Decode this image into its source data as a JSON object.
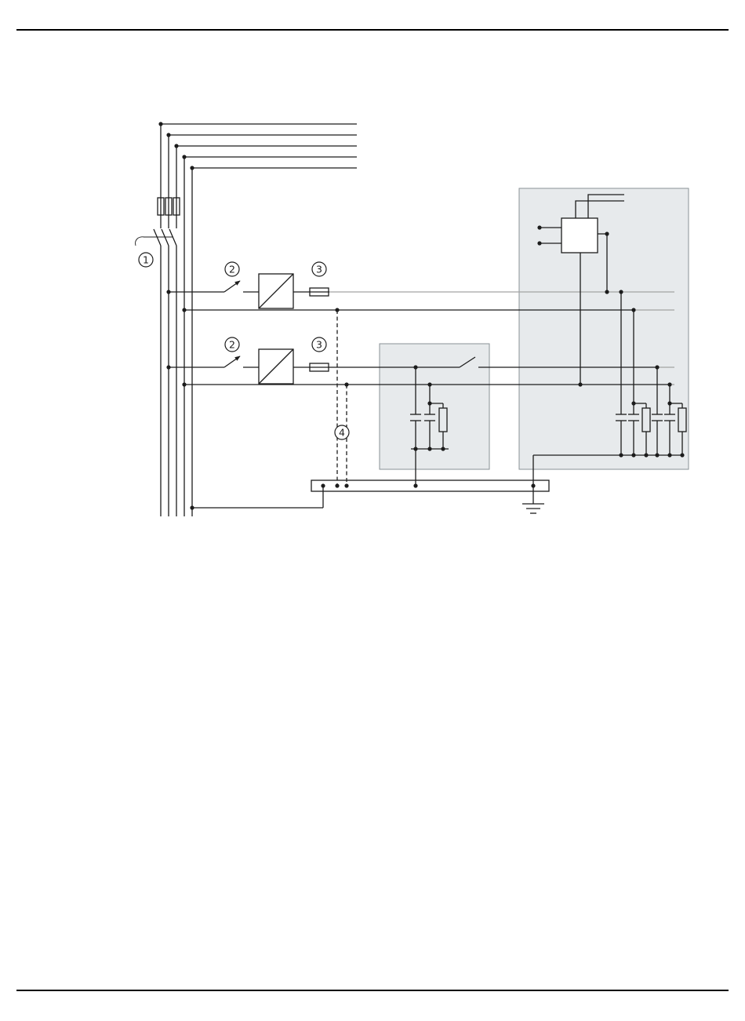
{
  "page": {
    "background": "#ffffff"
  },
  "colors": {
    "page_bg": "#ffffff",
    "line": "#1c1c1c",
    "wire_secondary": "#a3a3a3",
    "module_fill": "#e7eaec",
    "module_border": "#8a9196",
    "rule": "#000000"
  },
  "callouts": {
    "c1": "1",
    "c2": "2",
    "c3": "3",
    "c4": "4"
  }
}
